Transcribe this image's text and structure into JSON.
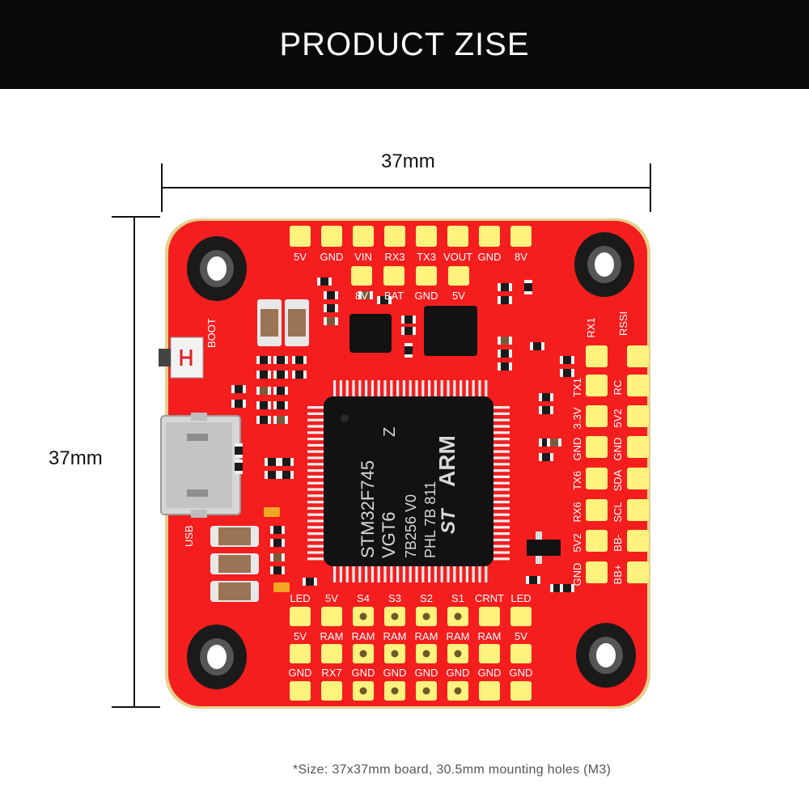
{
  "header": {
    "title": "PRODUCT ZISE"
  },
  "dimensions": {
    "width_label": "37mm",
    "height_label": "37mm"
  },
  "footnote": "*Size: 37x37mm board, 30.5mm mounting holes (M3)",
  "colors": {
    "board": "#f41e1e",
    "board_edge": "#e4d08a",
    "pad": "#fff27d",
    "chip": "#121212",
    "header_bg": "#0a0a0a"
  },
  "board_labels": {
    "side_boot": "BOOT",
    "side_usb": "USB",
    "top_row": [
      "5V",
      "GND",
      "VIN",
      "RX3",
      "TX3",
      "VOUT",
      "GND",
      "8V"
    ],
    "second_row": [
      "8V",
      "BAT",
      "GND",
      "5V"
    ],
    "right_top": [
      "RX1",
      "RSSI"
    ],
    "right_col_a": [
      "TX1",
      "3.3V",
      "GND",
      "TX6",
      "RX6",
      "5V2",
      "GND"
    ],
    "right_col_b": [
      "RC",
      "5V2",
      "GND",
      "SDA",
      "SCL",
      "BB-",
      "BB+"
    ],
    "bottom_row1": [
      "LED",
      "5V",
      "S4",
      "S3",
      "S2",
      "S1",
      "CRNT",
      "LED"
    ],
    "bottom_row2": [
      "5V",
      "RAM",
      "RAM",
      "RAM",
      "RAM",
      "RAM",
      "RAM",
      "5V"
    ],
    "bottom_row3": [
      "GND",
      "RX7",
      "GND",
      "GND",
      "GND",
      "GND",
      "GND",
      "GND"
    ],
    "mcu_text": [
      "STM32F745",
      "VGT6",
      "7B256 V0",
      "PHL 7B 811"
    ],
    "mcu_marks": [
      "Z",
      "ARM",
      "ST"
    ]
  }
}
